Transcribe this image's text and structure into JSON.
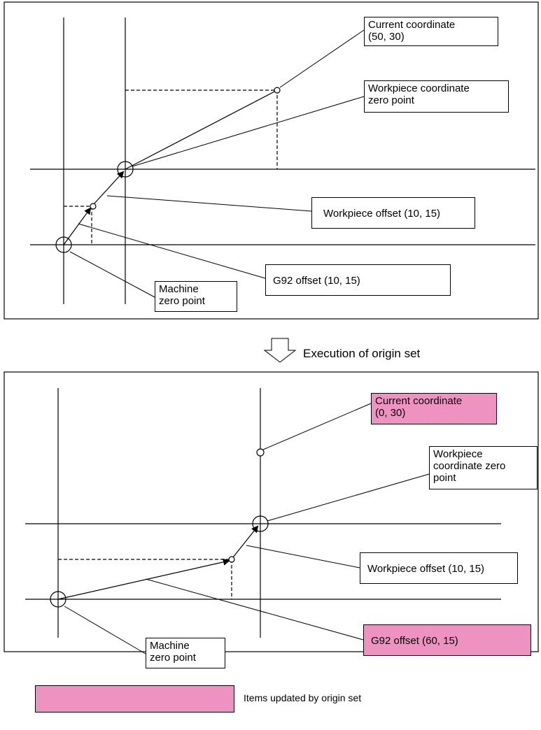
{
  "before": {
    "current_coordinate": {
      "line1": "Current coordinate",
      "line2": "(50, 30)"
    },
    "workpiece_zero": {
      "line1": "Workpiece coordinate",
      "line2": "zero point"
    },
    "workpiece_offset": "Workpiece offset (10, 15)",
    "g92_offset": "G92 offset (10, 15)",
    "machine_zero": {
      "line1": "Machine",
      "line2": "zero point"
    }
  },
  "transition_label": "Execution of origin set",
  "after": {
    "current_coordinate": {
      "line1": "Current coordinate",
      "line2": "(0, 30)"
    },
    "workpiece_zero": {
      "line1": "Workpiece",
      "line2": "coordinate zero",
      "line3": "point"
    },
    "workpiece_offset": "Workpiece offset (10, 15)",
    "g92_offset": "G92 offset (60, 15)",
    "machine_zero": {
      "line1": "Machine",
      "line2": "zero point"
    }
  },
  "legend": {
    "label": "Items updated by origin set"
  },
  "colors": {
    "highlight": "#ee93c1",
    "line": "#000000",
    "background": "#ffffff"
  }
}
